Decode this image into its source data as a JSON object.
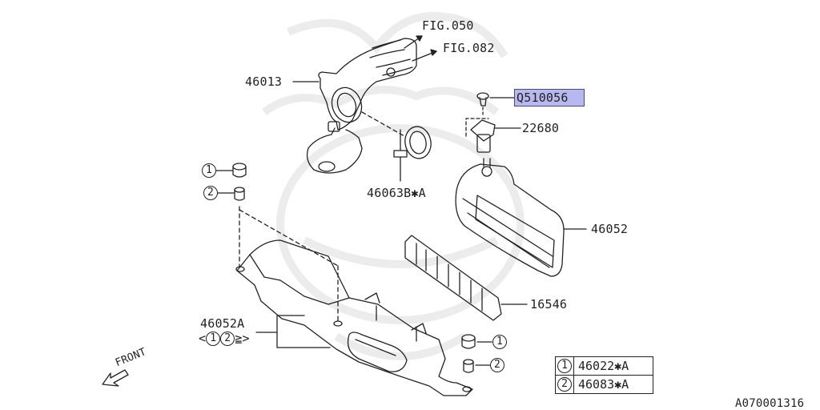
{
  "labels": {
    "fig050": "FIG.050",
    "fig082": "FIG.082",
    "p46013": "46013",
    "q510056": "Q510056",
    "p22680": "22680",
    "p46063b": "46063B✱A",
    "p46052": "46052",
    "p16546": "16546",
    "p46052a": "46052A",
    "qty_open": "<",
    "qty_close": "≧>",
    "front": "FRONT",
    "code": "A070001316"
  },
  "callouts": {
    "one": "1",
    "two": "2"
  },
  "legend": [
    {
      "num": "1",
      "part": "46022✱A"
    },
    {
      "num": "2",
      "part": "46083✱A"
    }
  ],
  "colors": {
    "highlight": "#b8b8f0",
    "line": "#222222",
    "watermark": "#eeeeee"
  }
}
